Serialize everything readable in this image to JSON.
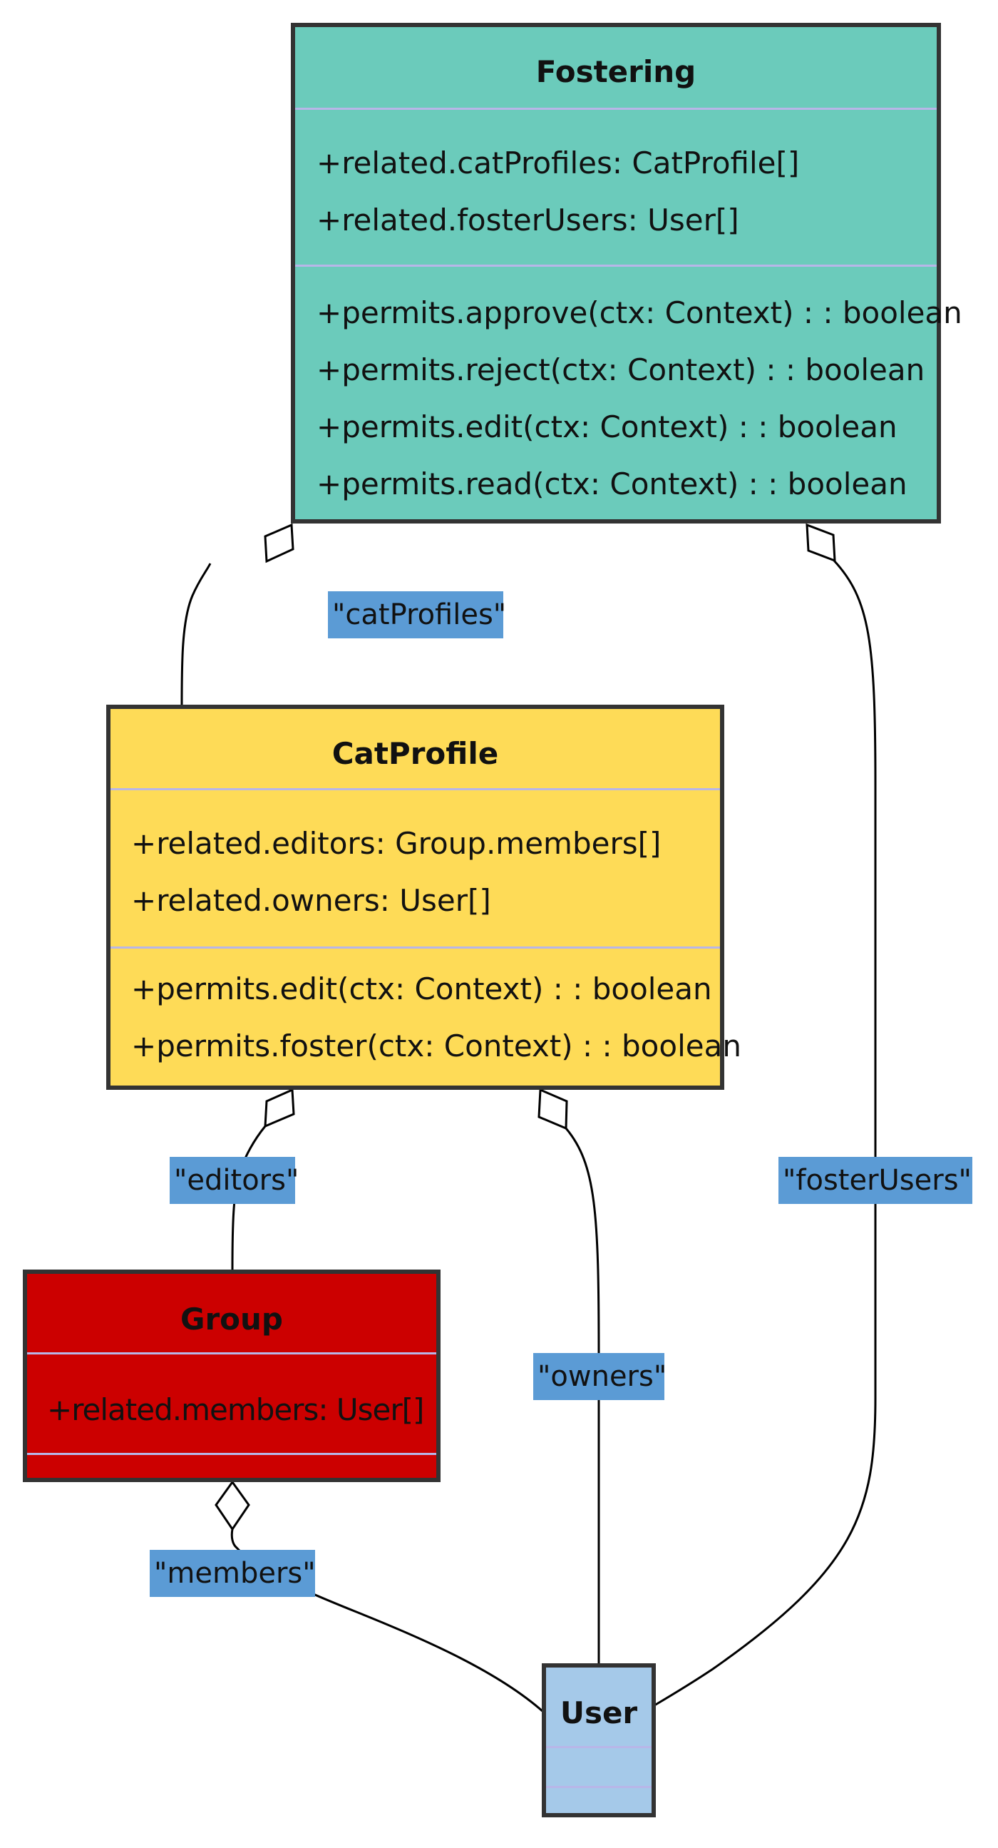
{
  "classes": {
    "fostering": {
      "name": "Fostering",
      "color": "#6bcbbb",
      "attributes": [
        "+related.catProfiles: CatProfile[]",
        "+related.fosterUsers: User[]"
      ],
      "methods": [
        "+permits.approve(ctx: Context) : : boolean",
        "+permits.reject(ctx: Context) : : boolean",
        "+permits.edit(ctx: Context) : : boolean",
        "+permits.read(ctx: Context) : : boolean"
      ]
    },
    "catprofile": {
      "name": "CatProfile",
      "color": "#fedb57",
      "attributes": [
        "+related.editors: Group.members[]",
        "+related.owners: User[]"
      ],
      "methods": [
        "+permits.edit(ctx: Context) : : boolean",
        "+permits.foster(ctx: Context) : : boolean"
      ]
    },
    "group": {
      "name": "Group",
      "color": "#cc0000",
      "attributes": [
        "+related.members: User[]"
      ],
      "methods": []
    },
    "user": {
      "name": "User",
      "color": "#a5c9e9",
      "attributes": [],
      "methods": []
    }
  },
  "relations": [
    {
      "from": "fostering",
      "to": "catprofile",
      "label": "\"catProfiles\"",
      "type": "aggregation"
    },
    {
      "from": "fostering",
      "to": "user",
      "label": "\"fosterUsers\"",
      "type": "aggregation"
    },
    {
      "from": "catprofile",
      "to": "group",
      "label": "\"editors\"",
      "type": "aggregation"
    },
    {
      "from": "catprofile",
      "to": "user",
      "label": "\"owners\"",
      "type": "aggregation"
    },
    {
      "from": "group",
      "to": "user",
      "label": "\"members\"",
      "type": "aggregation"
    }
  ],
  "colors": {
    "border": "#333333",
    "divider": "#b8b6e8",
    "edge_label_bg": "#5b9bd5",
    "edge": "#000000"
  }
}
